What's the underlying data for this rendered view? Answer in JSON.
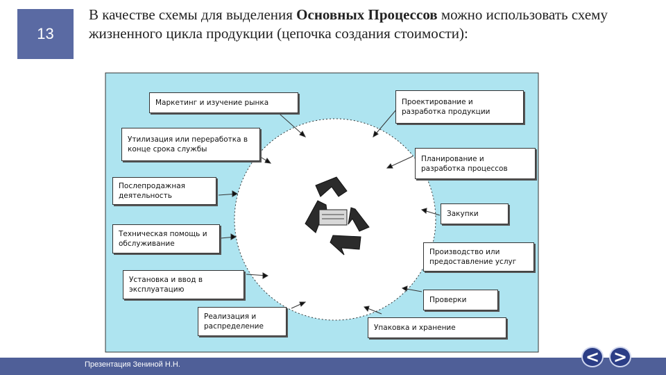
{
  "slide": {
    "number": "13",
    "heading_part1": "В качестве схемы для выделения ",
    "heading_bold": "Основных Процессов",
    "heading_part2": " можно использовать схему жизненного цикла продукции (цепочка создания стоимости):"
  },
  "diagram": {
    "boxes": [
      "Маркетинг и изучение рынка",
      "Проектирование и разработка продукции",
      "Утилизация или переработка в конце срока службы",
      "Планирование и разработка процессов",
      "Послепродажная деятельность",
      "Закупки",
      "Техническая помощь и обслуживание",
      "Производство или предоставление услуг",
      "Установка и ввод в эксплуатацию",
      "Проверки",
      "Реализация и распределение",
      "Упаковка и хранение"
    ],
    "colors": {
      "background": "#aee4f0",
      "circle": "#ffffff",
      "recycle": "#2b2b2b"
    }
  },
  "footer": {
    "text": "Презентация Зениной Н.Н.",
    "prev_label": "<",
    "next_label": ">"
  }
}
